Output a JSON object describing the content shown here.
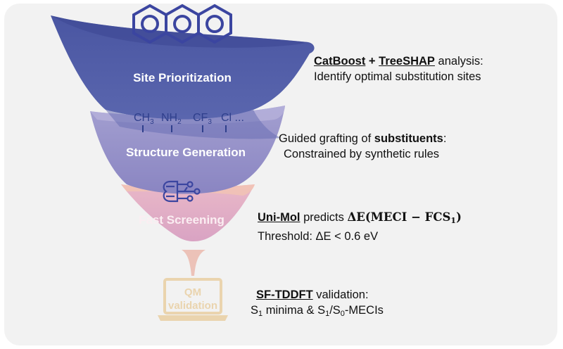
{
  "stages": [
    {
      "label": "Site Prioritization",
      "color": "#4f5ca6"
    },
    {
      "label": "Structure Generation",
      "color": "#8e88c4"
    },
    {
      "label": "Fast Screening",
      "color": "#dba9c6"
    },
    {
      "label": "QM",
      "label2": "validation",
      "color": "#ead4ae"
    }
  ],
  "substituents": [
    {
      "main": "CH",
      "sub": "3"
    },
    {
      "main": "NH",
      "sub": "2"
    },
    {
      "main": "CF",
      "sub": "3"
    },
    {
      "main": "Cl",
      "sub": "",
      "tail": " ..."
    }
  ],
  "descriptions": {
    "site": {
      "model1": "CatBoost",
      "plus": " + ",
      "model2": "TreeSHAP",
      "rest1": " analysis:",
      "line2": "Identify optimal substitution sites"
    },
    "structure": {
      "pre": "Guided grafting of ",
      "bold": "substituents",
      "post": ":",
      "line2": "Constrained by synthetic rules"
    },
    "screening": {
      "model": "Uni-Mol",
      "pre": " predicts ",
      "math_delta": "ΔE",
      "math_expr": "(MECI − FCS",
      "math_sub": "1",
      "math_close": ")",
      "line2": "Threshold:  ΔE < 0.6 eV"
    },
    "qm": {
      "method": "SF-TDDFT",
      "rest": " validation:",
      "l2a": "S",
      "l2b": "1",
      "l2c": " minima  & S",
      "l2d": "1",
      "l2e": "/S",
      "l2f": "0",
      "l2g": "-MECIs"
    }
  },
  "colors": {
    "background": "#f2f2f2",
    "molecule": "#3b45a0",
    "text": "#111111"
  },
  "icons": [
    "benzene-ring-icon",
    "neural-network-icon",
    "laptop-icon"
  ]
}
